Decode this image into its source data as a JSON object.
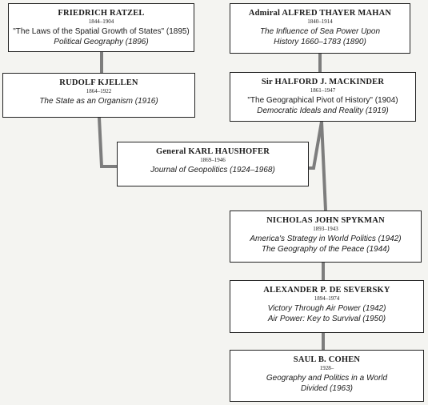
{
  "people": [
    {
      "id": "ratzel",
      "name": "FRIEDRICH RATZEL",
      "dates": "1844–1904",
      "works": [
        {
          "text": "\"The Laws of the Spatial Growth of States\" (1895)",
          "italic": false
        },
        {
          "text": "Political Geography (1896)",
          "italic": true
        }
      ]
    },
    {
      "id": "mahan",
      "name": "Admiral ALFRED THAYER MAHAN",
      "dates": "1840–1914",
      "works": [
        {
          "text": "The Influence of Sea Power Upon",
          "italic": true
        },
        {
          "text": "History 1660–1783 (1890)",
          "italic": true
        }
      ]
    },
    {
      "id": "kjellen",
      "name": "RUDOLF KJELLEN",
      "dates": "1864–1922",
      "works": [
        {
          "text": "The State as an Organism (1916)",
          "italic": true
        }
      ]
    },
    {
      "id": "mackinder",
      "name": "Sir HALFORD J. MACKINDER",
      "dates": "1861–1947",
      "works": [
        {
          "text": "\"The Geographical Pivot of History\" (1904)",
          "italic": false
        },
        {
          "text": "Democratic Ideals and Reality (1919)",
          "italic": true
        }
      ]
    },
    {
      "id": "haushofer",
      "name": "General KARL HAUSHOFER",
      "dates": "1869–1946",
      "works": [
        {
          "text": "Journal of Geopolitics (1924–1968)",
          "italic": true
        }
      ]
    },
    {
      "id": "spykman",
      "name": "NICHOLAS JOHN SPYKMAN",
      "dates": "1893–1943",
      "works": [
        {
          "text": "America's Strategy in World Politics (1942)",
          "italic": true
        },
        {
          "text": "The Geography of the Peace (1944)",
          "italic": true
        }
      ]
    },
    {
      "id": "seversky",
      "name": "ALEXANDER P. DE SEVERSKY",
      "dates": "1894–1974",
      "works": [
        {
          "text": "Victory Through Air Power (1942)",
          "italic": true
        },
        {
          "text": "Air Power: Key to Survival (1950)",
          "italic": true
        }
      ]
    },
    {
      "id": "cohen",
      "name": "SAUL B. COHEN",
      "dates": "1928–",
      "works": [
        {
          "text": "Geography and Politics in a World",
          "italic": true
        },
        {
          "text": "Divided (1963)",
          "italic": true
        }
      ]
    }
  ]
}
